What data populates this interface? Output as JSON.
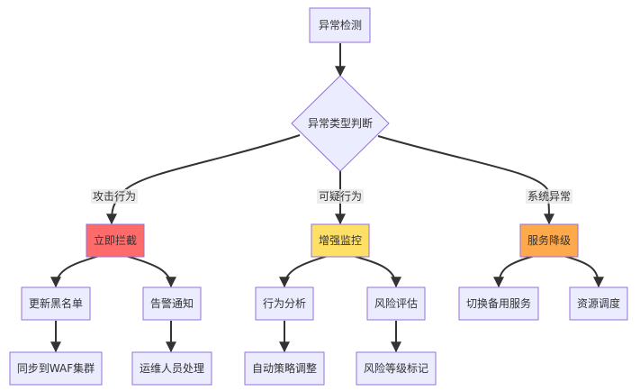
{
  "diagram": {
    "nodes": {
      "detect": {
        "label": "异常检测",
        "fill": "#ECECFF",
        "stroke": "#9370DB"
      },
      "judge": {
        "label": "异常类型判断",
        "fill": "#ECECFF",
        "stroke": "#9370DB"
      },
      "block": {
        "label": "立即拦截",
        "fill": "#FF6B6B",
        "stroke": "#9370DB"
      },
      "monitor": {
        "label": "增强监控",
        "fill": "#FFE066",
        "stroke": "#9370DB"
      },
      "degrade": {
        "label": "服务降级",
        "fill": "#FFA94D",
        "stroke": "#9370DB"
      },
      "blacklist": {
        "label": "更新黑名单",
        "fill": "#ECECFF",
        "stroke": "#9370DB"
      },
      "alert": {
        "label": "告警通知",
        "fill": "#ECECFF",
        "stroke": "#9370DB"
      },
      "analyze": {
        "label": "行为分析",
        "fill": "#ECECFF",
        "stroke": "#9370DB"
      },
      "risk": {
        "label": "风险评估",
        "fill": "#ECECFF",
        "stroke": "#9370DB"
      },
      "failover": {
        "label": "切换备用服务",
        "fill": "#ECECFF",
        "stroke": "#9370DB"
      },
      "schedule": {
        "label": "资源调度",
        "fill": "#ECECFF",
        "stroke": "#9370DB"
      },
      "waf": {
        "label": "同步到WAF集群",
        "fill": "#ECECFF",
        "stroke": "#9370DB"
      },
      "ops": {
        "label": "运维人员处理",
        "fill": "#ECECFF",
        "stroke": "#9370DB"
      },
      "strategy": {
        "label": "自动策略调整",
        "fill": "#ECECFF",
        "stroke": "#9370DB"
      },
      "mark": {
        "label": "风险等级标记",
        "fill": "#ECECFF",
        "stroke": "#9370DB"
      }
    },
    "edge_labels": {
      "attack": "攻击行为",
      "suspicious": "可疑行为",
      "system": "系统异常"
    },
    "colors": {
      "edge": "#333333",
      "text": "#333333",
      "label_bg": "#E8E8E8"
    }
  }
}
